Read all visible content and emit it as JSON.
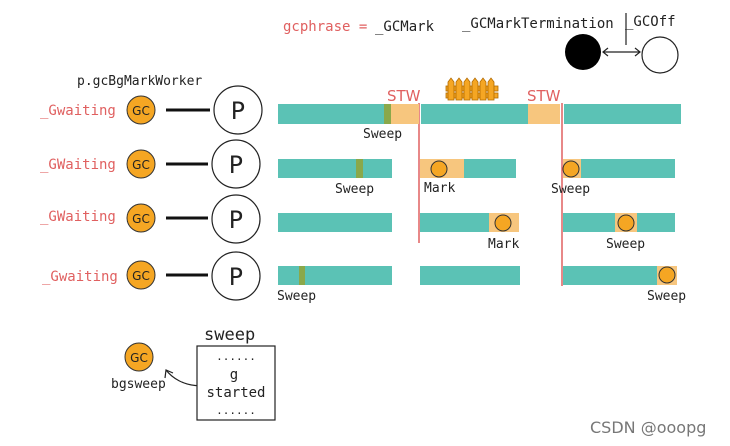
{
  "header": {
    "gcphrase_label": "gcphrase =",
    "phases": [
      "_GCMark",
      "_GCMarkTermination",
      "_GCOff"
    ]
  },
  "worker_label": "p.gcBgMarkWorker",
  "gc_text": "GC",
  "p_text": "P",
  "rows": [
    {
      "state": "_Gwaiting"
    },
    {
      "state": "_GWaiting"
    },
    {
      "state": "_GWaiting"
    },
    {
      "state": "_Gwaiting"
    }
  ],
  "stw_labels": [
    "STW",
    "STW"
  ],
  "segment_labels": {
    "row1": [
      "Sweep"
    ],
    "row2": [
      "Sweep",
      "Mark",
      "Sweep"
    ],
    "row3": [
      "Mark",
      "Sweep"
    ],
    "row4": [
      "Sweep",
      "Sweep"
    ]
  },
  "sweep_box": {
    "title": "sweep",
    "lines": [
      "......",
      "g",
      "started",
      "......"
    ]
  },
  "bgsweep_label": "bgsweep",
  "watermark": "CSDN @ooopg",
  "colors": {
    "teal": "#5bc2b5",
    "orange_light": "#f7c67e",
    "gc_yellow": "#f5a623",
    "red": "#e06060",
    "olive": "#8aa84a"
  }
}
